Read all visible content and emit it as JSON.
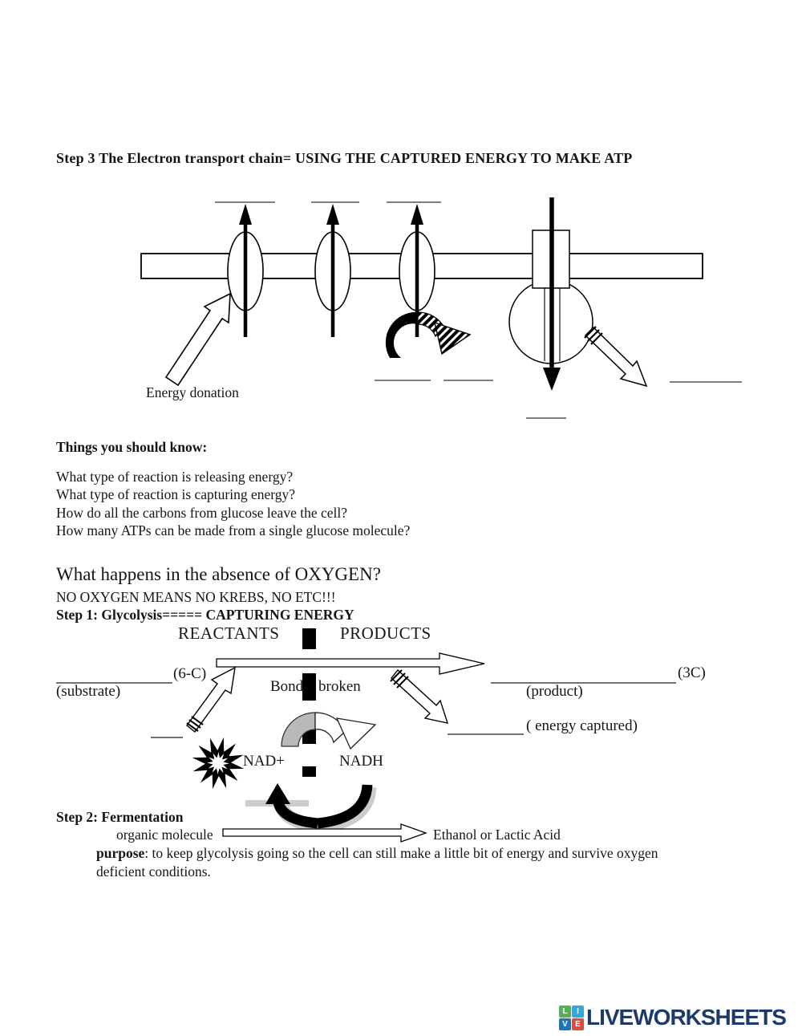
{
  "title": "Step 3 The Electron transport chain= USING THE CAPTURED ENERGY TO MAKE ATP",
  "etc_diagram": {
    "energy_donation_label": "Energy donation",
    "blank_count": 7
  },
  "things_to_know": {
    "heading": "Things you should know:",
    "questions": [
      "What type of reaction is releasing energy?",
      "What type of reaction is capturing energy?",
      "How do all the carbons from glucose leave the cell?",
      "How many ATPs can be made from a single glucose molecule?"
    ]
  },
  "oxygen_section": {
    "heading": "What happens in the absence of OXYGEN?",
    "subheading": "NO OXYGEN MEANS NO KREBS, NO ETC!!!",
    "step1_heading": "Step 1: Glycolysis===== CAPTURING ENERGY",
    "reactants_label": "REACTANTS",
    "products_label": "PRODUCTS"
  },
  "glycolysis_diagram": {
    "six_c": "(6-C)",
    "substrate": "(substrate)",
    "three_c": "(3C)",
    "product": "(product)",
    "bond": "Bond",
    "broken": "broken",
    "energy_captured": "( energy captured)",
    "nad_plus": "NAD+",
    "nadh": "NADH"
  },
  "fermentation": {
    "heading": "Step 2: Fermentation",
    "organic_molecule": "organic molecule",
    "result": "Ethanol or Lactic Acid",
    "purpose_label": "purpose",
    "purpose_text": ": to keep glycolysis going so the cell can still make a little bit of energy and survive oxygen",
    "purpose_text_line2": "deficient conditions."
  },
  "footer": {
    "brand": "LIVEWORKSHEETS",
    "brand_color": "#1d3a6b",
    "logo_letters": [
      "L",
      "I",
      "V",
      "E"
    ],
    "logo_colors": [
      "#52b153",
      "#2fa8e0",
      "#1b74bc",
      "#e04a3a"
    ]
  }
}
